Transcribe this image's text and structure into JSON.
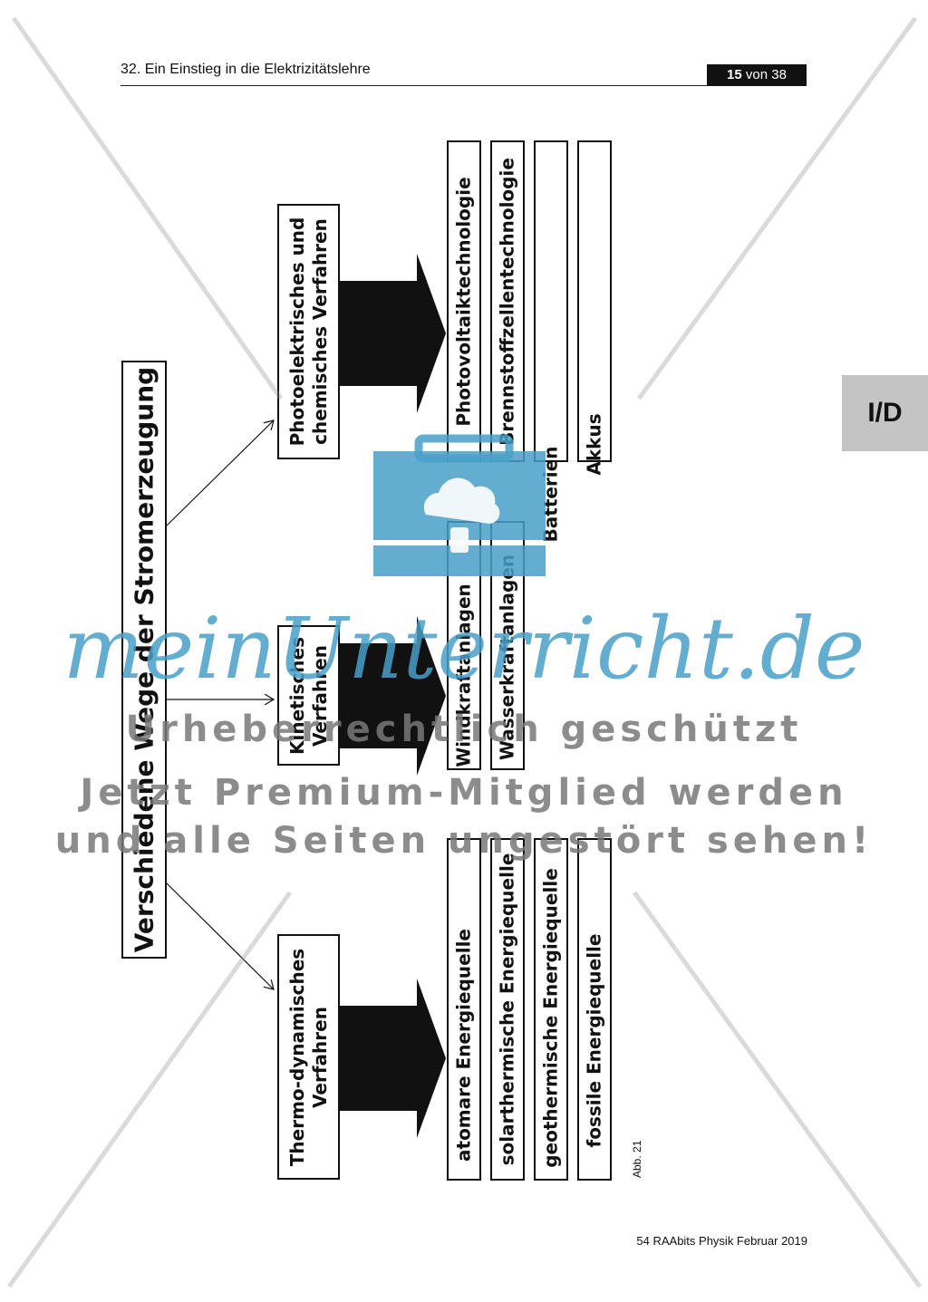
{
  "header": {
    "title": "32. Ein Einstieg in die Elektrizitätslehre",
    "page_current": "15",
    "page_label": "von 38"
  },
  "side_tab": "I/D",
  "diagram": {
    "title": "Verschiedene Wege der Stromerzeugung",
    "methods": [
      {
        "label": "Photoelektrisches und chemisches Verfahren",
        "line1": "Photoelektrisches und",
        "line2": "chemisches Verfahren",
        "items": [
          "Photovoltaiktechnologie",
          "Brennstoffzellentechnologie",
          "Batterien",
          "Akkus"
        ]
      },
      {
        "label": "Kinetisches Verfahren",
        "line1": "Kinetisches",
        "line2": "Verfahren",
        "items": [
          "Windkraftanlagen",
          "Wasserkraftanlagen"
        ]
      },
      {
        "label": "Thermo-dynamisches Verfahren",
        "line1": "Thermo-dynamisches",
        "line2": "Verfahren",
        "items": [
          "atomare Energiequelle",
          "solarthermische Energiequelle",
          "geothermische Energiequelle",
          "fossile Energiequelle"
        ]
      }
    ],
    "figure_label": "Abb. 21"
  },
  "footer": "54 RAAbits Physik Februar 2019",
  "watermark": {
    "brand": "meinUnterricht.de",
    "line1": "Urheberrechtlich geschützt",
    "line2": "Jetzt Premium-Mitglied werden",
    "line3": "und alle Seiten ungestört sehen!"
  },
  "colors": {
    "badge": "#111111",
    "tab": "#c4c4c4",
    "watermark_blue": "#48a0c8"
  }
}
